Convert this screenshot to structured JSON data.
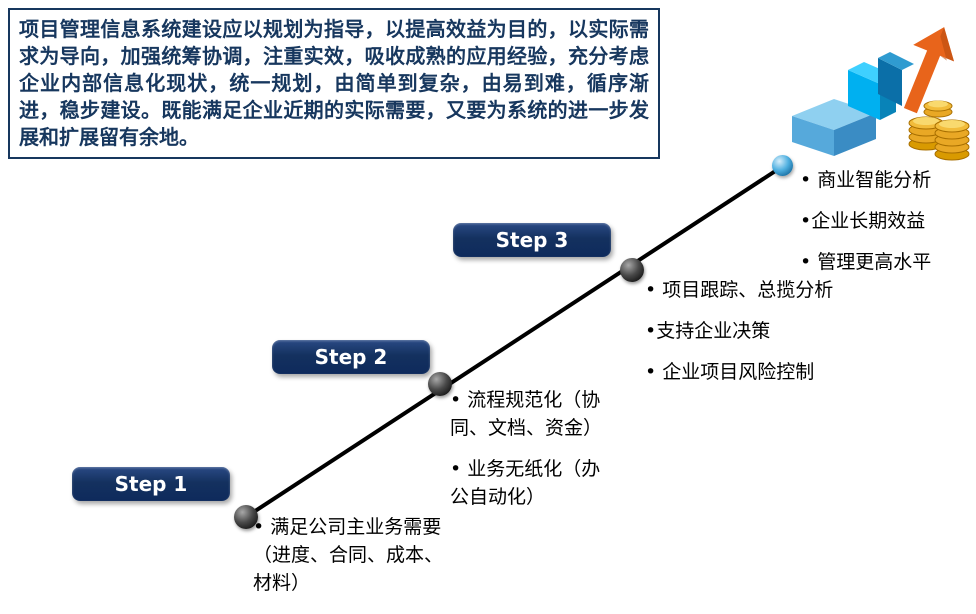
{
  "intro": {
    "text": "项目管理信息系统建设应以规划为指导，以提高效益为目的，以实际需求为导向，加强统筹协调，注重实效，吸收成熟的应用经验，充分考虑企业内部信息化现状，统一规划，由简单到复杂，由易到难，循序渐进，稳步建设。既能满足企业近期的实际需要，又要为系统的进一步发展和扩展留有余地。"
  },
  "steps": [
    {
      "label": "Step 1",
      "bullets": [
        "• 满足公司主业务需要\n（进度、合同、成本、\n材料）"
      ]
    },
    {
      "label": "Step 2",
      "bullets": [
        "• 流程规范化（协\n同、文档、资金）",
        "• 业务无纸化（办\n公自动化）"
      ]
    },
    {
      "label": "Step 3",
      "bullets": [
        "• 项目跟踪、总揽分析",
        "•支持企业决策",
        "• 企业项目风险控制"
      ]
    }
  ],
  "summit": {
    "bullets": [
      "• 商业智能分析",
      "•企业长期效益",
      "• 管理更高水平"
    ]
  },
  "icons": {
    "clipart": "books-coins-arrow",
    "milestones": [
      "dark-sphere",
      "dark-sphere",
      "dark-sphere",
      "blue-sphere"
    ]
  },
  "colors": {
    "navy": "#17375E",
    "badge_fill": "#0E2A5C",
    "badge_text": "#FFFFFF",
    "line": "#000000",
    "bullet_text": "#000000",
    "sphere_dark": "#333333",
    "sphere_blue": "#4FB0E0",
    "arrow_orange": "#E8641B",
    "book_cyan": "#00B0F0",
    "book_blue": "#2FA8E1",
    "coin_gold": "#E9A825"
  }
}
